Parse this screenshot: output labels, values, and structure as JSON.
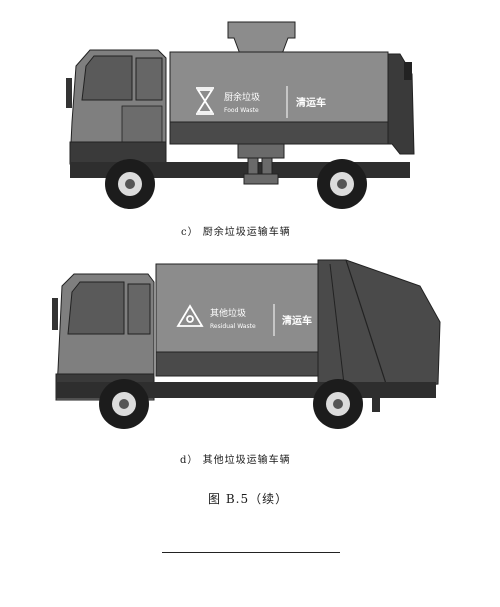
{
  "figure": {
    "panel_c": {
      "caption": "c） 厨余垃圾运输车辆",
      "category_cn": "厨余垃圾",
      "category_en": "Food Waste",
      "vehicle_label": "清运车"
    },
    "panel_d": {
      "caption": "d） 其他垃圾运输车辆",
      "category_cn": "其他垃圾",
      "category_en": "Residual Waste",
      "vehicle_label": "清运车"
    },
    "label": "图 B.5（续）"
  },
  "icons": {
    "food_waste": "hourglass-icon",
    "residual_waste": "triangle-arrows-icon"
  },
  "colors": {
    "cab": "#7f7f7f",
    "cab_dark": "#3a3a3a",
    "body": "#8c8c8c",
    "chassis": "#2e2e2e",
    "window": "#5a5a5a",
    "wheel": "#1c1c1c",
    "hub": "#dcdcdc",
    "sign_text": "#ffffff"
  }
}
